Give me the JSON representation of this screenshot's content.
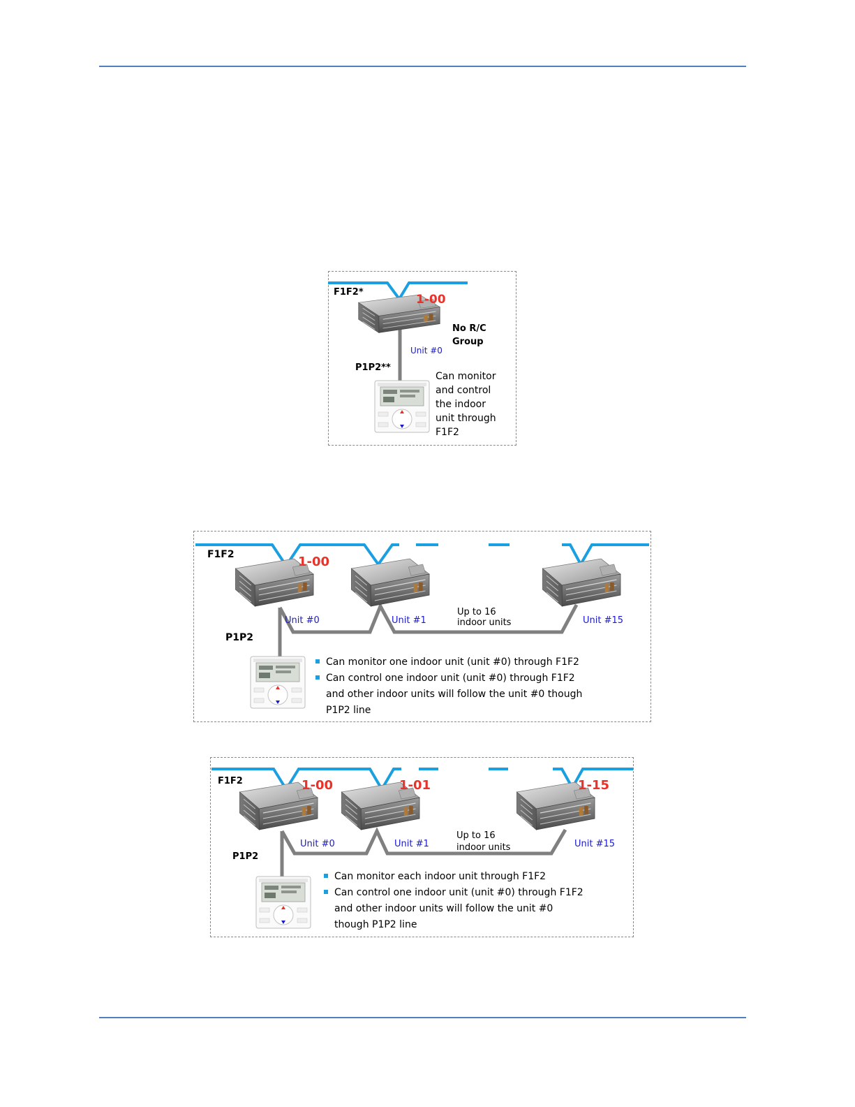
{
  "diagram1": {
    "f1f2_label": "F1F2*",
    "address": "1-00",
    "no_rc_group": [
      "No R/C",
      "Group"
    ],
    "unit_label": "Unit #0",
    "p1p2_label": "P1P2**",
    "note_lines": [
      "Can monitor",
      "and control",
      "the  indoor",
      "unit through",
      "F1F2"
    ]
  },
  "diagram2": {
    "f1f2_label": "F1F2",
    "address": "1-00",
    "p1p2_label": "P1P2",
    "units": [
      "Unit #0",
      "Unit #1",
      "Unit #15"
    ],
    "up_to": [
      "Up to 16",
      "indoor units"
    ],
    "bullets": [
      "Can monitor one  indoor unit (unit #0) through F1F2",
      "Can control one indoor unit (unit #0) through F1F2",
      "and other  indoor units will follow the unit #0 though",
      "P1P2 line"
    ]
  },
  "diagram3": {
    "f1f2_label": "F1F2",
    "addresses": [
      "1-00",
      "1-01",
      "1-15"
    ],
    "p1p2_label": "P1P2",
    "units": [
      "Unit #0",
      "Unit #1",
      "Unit #15"
    ],
    "up_to": [
      "Up to 16",
      "indoor units"
    ],
    "bullets": [
      "Can monitor each indoor unit through F1F2",
      "Can control one indoor unit (unit #0) through F1F2",
      "and other  indoor units will follow the unit #0",
      "though P1P2 line"
    ]
  },
  "colors": {
    "bus_line": "#1a9fe0",
    "address_red": "#e8322a",
    "unit_blue": "#1a1acc",
    "rule_blue": "#4f7fc0",
    "wire_gray": "#808080",
    "bullet_blue": "#1a9fe0"
  }
}
